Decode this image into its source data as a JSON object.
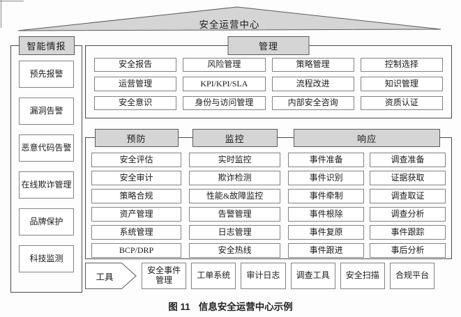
{
  "title": "安全运营中心",
  "caption": {
    "prefix": "图 11",
    "text": "信息安全运营中心示例"
  },
  "sidebar": {
    "header": "智能情报",
    "items": [
      "预先报警",
      "漏洞告警",
      "恶意代码告警",
      "在线欺诈管理",
      "品牌保护",
      "科技监测"
    ]
  },
  "management": {
    "header": "管理",
    "columns": [
      [
        "安全报告",
        "运营管理",
        "安全意识"
      ],
      [
        "风险管理",
        "KPI/KPI/SLA",
        "身份与访问管理"
      ],
      [
        "策略管理",
        "流程改进",
        "内部安全咨询"
      ],
      [
        "控制选择",
        "知识管理",
        "资质认证"
      ]
    ]
  },
  "operations": {
    "prevention": {
      "header": "预防",
      "items": [
        "安全评估",
        "安全审计",
        "策略合规",
        "资产管理",
        "系统管理",
        "BCP/DRP"
      ]
    },
    "monitoring": {
      "header": "监控",
      "items": [
        "实时监控",
        "欺诈检测",
        "性能&故障监控",
        "告警管理",
        "日志管理",
        "安全热线"
      ]
    },
    "response": {
      "header": "响应",
      "columns": [
        [
          "事件准备",
          "事件识别",
          "事件牵制",
          "事件根除",
          "事件复原",
          "事件跟进"
        ],
        [
          "调查准备",
          "证据获取",
          "调查取证",
          "调查分析",
          "事件跟踪",
          "事后分析"
        ]
      ]
    }
  },
  "tools": {
    "label": "工具",
    "items": [
      "安全事件管理",
      "工单系统",
      "审计日志",
      "调查工具",
      "安全扫描",
      "合规平台"
    ]
  },
  "colors": {
    "header_fill": "#d5d5d5",
    "container_border": "#4a4a4a",
    "box_border": "#828282"
  }
}
